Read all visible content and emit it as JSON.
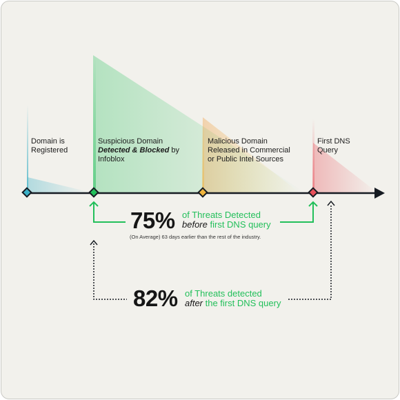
{
  "events": [
    {
      "line1": "Domain is",
      "line2": "Registered"
    },
    {
      "line1": "Suspicious Domain",
      "bold": "Detected & Blocked",
      "after_bold": " by",
      "line3": "Infoblox"
    },
    {
      "line1": "Malicious Domain",
      "line2": "Released in Commercial",
      "line3": "or Public Intel Sources"
    },
    {
      "line1": "First DNS",
      "line2": "Query"
    }
  ],
  "stat_before": {
    "percent": "75%",
    "line1": "of Threats Detected",
    "emph": "before",
    "rest": " first DNS query",
    "note": "(On Average) 63 days earlier than the rest of the industry."
  },
  "stat_after": {
    "percent": "82%",
    "line1": "of Threats detected",
    "emph": "after",
    "rest": " the first DNS query"
  },
  "colors": {
    "background": "#f2f1ec",
    "timeline": "#161b22",
    "registered": "#3ab0c6",
    "detected": "#22bf5a",
    "released": "#f0b43c",
    "first_query": "#e8505a"
  }
}
